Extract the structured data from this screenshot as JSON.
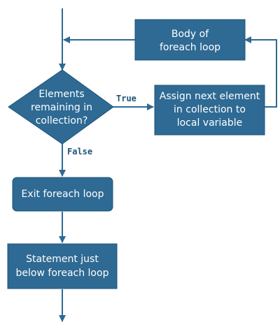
{
  "colors": {
    "node_fill": "#2e6a93",
    "node_stroke": "#1f5578",
    "connector": "#2e6a93",
    "edge_label": "#1f5578",
    "node_text": "#ffffff"
  },
  "nodes": {
    "body": {
      "line1": "Body of",
      "line2": "foreach loop"
    },
    "decision": {
      "line1": "Elements",
      "line2": "remaining in",
      "line3": "collection?"
    },
    "assign": {
      "line1": "Assign next element",
      "line2": "in collection to",
      "line3": "local variable"
    },
    "exit": {
      "line1": "Exit foreach loop"
    },
    "statement": {
      "line1": "Statement just",
      "line2": "below foreach loop"
    }
  },
  "edges": {
    "true_label": "True",
    "false_label": "False"
  }
}
